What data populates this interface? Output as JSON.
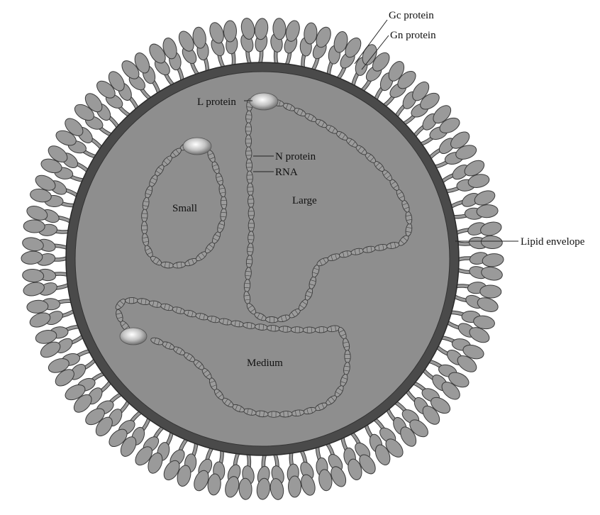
{
  "labels": {
    "gc_protein": "Gc protein",
    "gn_protein": "Gn protein",
    "l_protein": "L protein",
    "n_protein": "N protein",
    "rna": "RNA",
    "small": "Small",
    "large": "Large",
    "medium": "Medium",
    "lipid_envelope": "Lipid envelope"
  },
  "colors": {
    "glycoprotein_fill": "#9a9a9a",
    "glycoprotein_stroke": "#3a3a3a",
    "envelope": "#4a4a4a",
    "interior": "#8e8e8e",
    "nucleocapsid_fill": "#9c9c9c",
    "nucleocapsid_stroke": "#3c3c3c",
    "polymerase": "#d8d8d8"
  },
  "segments": [
    "small",
    "medium",
    "large"
  ]
}
